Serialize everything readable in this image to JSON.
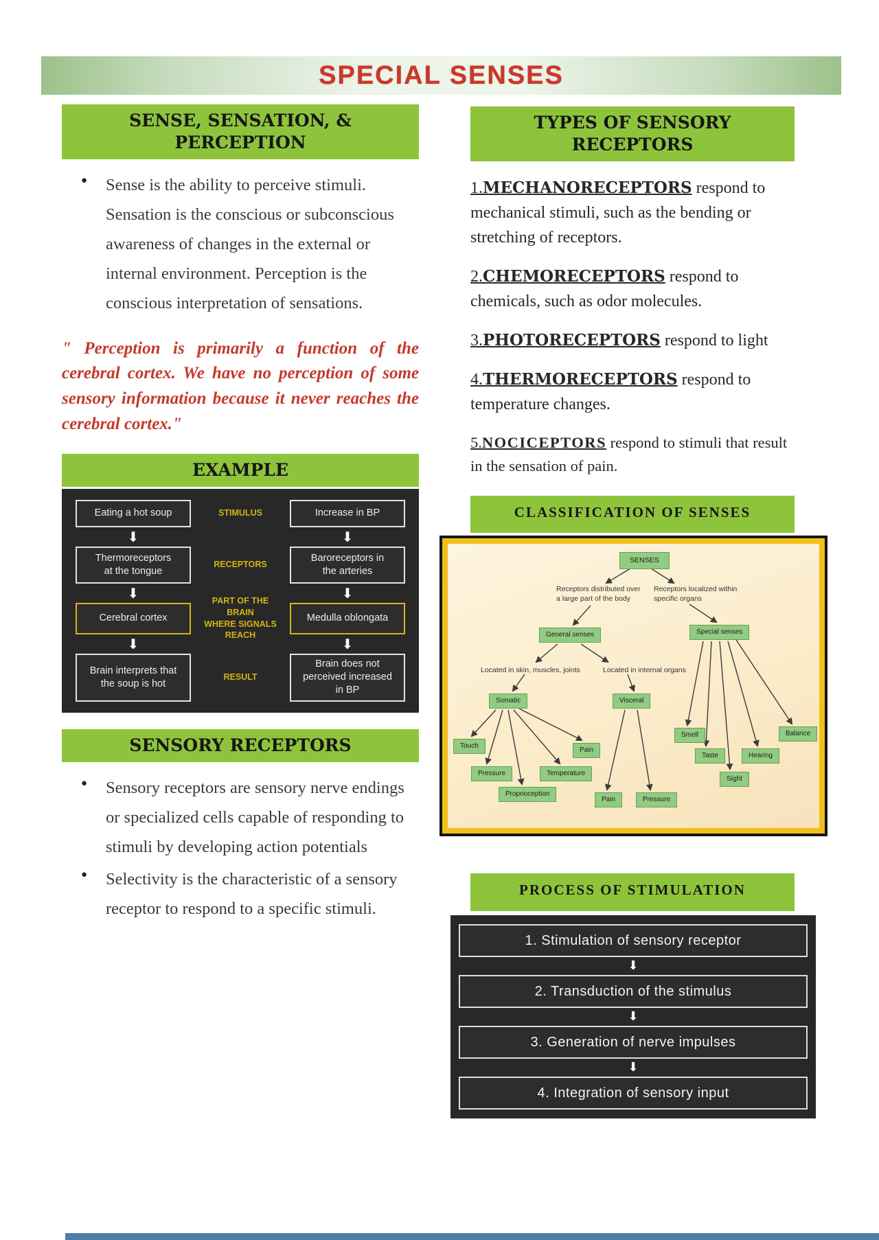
{
  "page_title": "SPECIAL SENSES",
  "colors": {
    "header_green": "#8ec43c",
    "banner_green_edge": "#9cc18b",
    "title_red": "#c9392b",
    "quote_red": "#c5392b",
    "panel_dark": "#282828",
    "flow_label_yellow": "#d3b414",
    "flow_highlight_border": "#d9b419",
    "diagram_frame_yellow": "#f0c019",
    "diagram_bg_cream": "#fdf4de",
    "node_green": "#92cb82",
    "footer_blue": "#4b7da7"
  },
  "left": {
    "sense_header": "SENSE, SENSATION, &\nPERCEPTION",
    "sense_bullet": "Sense is the ability to perceive stimuli. Sensation is the conscious or subconscious awareness of changes in the external or internal environment. Perception is the conscious interpretation of sensations.",
    "quote": "\" Perception is primarily a function of the cerebral cortex. We have no perception of some sensory information because it never reaches the cerebral cortex.\"",
    "example_header": "EXAMPLE",
    "example": {
      "rows": [
        {
          "left": "Eating a hot soup",
          "center": "STIMULUS",
          "right": "Increase in BP"
        },
        {
          "left": "Thermoreceptors\nat the tongue",
          "center": "RECEPTORS",
          "right": "Baroreceptors in\nthe arteries"
        },
        {
          "left": "Cerebral cortex",
          "center": "PART OF THE BRAIN\nWHERE SIGNALS\nREACH",
          "right": "Medulla oblongata"
        },
        {
          "left": "Brain interprets that\nthe soup is hot",
          "center": "RESULT",
          "right": "Brain does not\nperceived increased\nin BP"
        }
      ]
    },
    "sensory_header": "SENSORY RECEPTORS",
    "sensory_bullets": [
      "Sensory receptors are sensory nerve endings or specialized cells capable of responding to stimuli by developing action potentials",
      "Selectivity is the characteristic of a sensory receptor to respond to a specific stimuli."
    ]
  },
  "right": {
    "types_header": "TYPES OF SENSORY RECEPTORS",
    "receptors": [
      {
        "num": "1.",
        "name": "MECHANORECEPTORS",
        "desc": " respond to mechanical stimuli, such as the bending or stretching of receptors."
      },
      {
        "num": "2.",
        "name": "CHEMORECEPTORS",
        "desc": " respond to chemicals, such as odor molecules."
      },
      {
        "num": "3.",
        "name": "PHOTORECEPTORS",
        "desc": " respond to light"
      },
      {
        "num": "4.",
        "name": "THERMORECEPTORS",
        "desc": " respond to temperature changes."
      },
      {
        "num": "5.",
        "name": "NOCICEPTORS",
        "desc": " respond to stimuli that result in the sensation of pain."
      }
    ],
    "classification_header": "CLASSIFICATION OF SENSES",
    "classification": {
      "senses": "SENSES",
      "receptors_distributed": "Receptors distributed over\na large part of the body",
      "receptors_localized": "Receptors localized within\nspecific organs",
      "general": "General senses",
      "special": "Special senses",
      "located_skin": "Located in skin, muscles, joints",
      "located_internal": "Located in internal organs",
      "somatic": "Somatic",
      "visceral": "Visceral",
      "touch": "Touch",
      "pressure_somatic": "Pressure",
      "proprioception": "Proprioception",
      "temperature": "Temperature",
      "pain_somatic": "Pain",
      "pain_visceral": "Pain",
      "pressure_visceral": "Pressure",
      "smell": "Smell",
      "taste": "Taste",
      "sight": "Sight",
      "hearing": "Hearing",
      "balance": "Balance"
    },
    "process_header": "PROCESS OF STIMULATION",
    "process_steps": [
      "1. Stimulation of sensory receptor",
      "2. Transduction of the stimulus",
      "3. Generation of nerve impulses",
      "4. Integration of sensory input"
    ]
  }
}
